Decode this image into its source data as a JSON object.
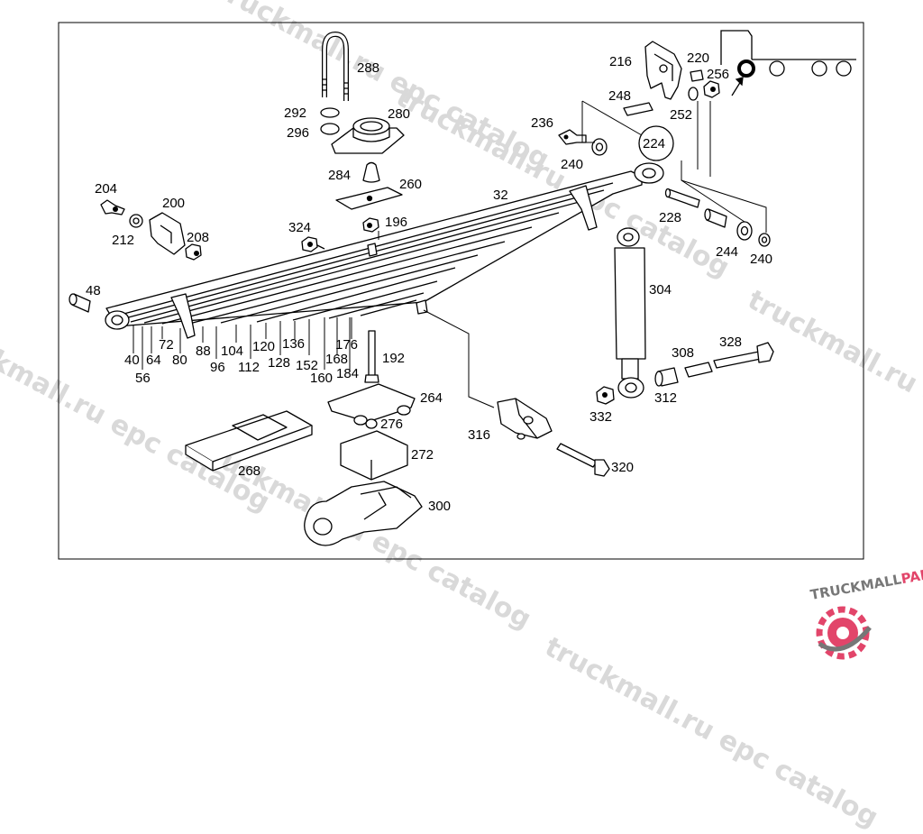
{
  "colors": {
    "line": "#000000",
    "part_fill": "#ffffff",
    "watermark": "#d9d9d9",
    "brand_pink": "#e2456a",
    "brand_grey": "#777777"
  },
  "watermarks": [
    "truckmall.ru epc catalog",
    "truckmall.ru epc catalog",
    "truckmall.ru epc catalog",
    "truckmall.ru epc catalog",
    "truckmall.ru epc catalog",
    "truckmall.ru epc catalog"
  ],
  "logo": {
    "text_main": "TRUCKMALL",
    "text_accent": "PARTS",
    "icon": "gear-icon"
  },
  "indicator": {
    "icon": "truck-icon"
  },
  "callouts": {
    "c288": "288",
    "c292": "292",
    "c296": "296",
    "c280": "280",
    "c284": "284",
    "c260": "260",
    "c196": "196",
    "c324": "324",
    "c32": "32",
    "c204": "204",
    "c200": "200",
    "c212": "212",
    "c208": "208",
    "c48": "48",
    "c216": "216",
    "c220": "220",
    "c256": "256",
    "c248": "248",
    "c252": "252",
    "c236": "236",
    "c224": "224",
    "c240a": "240",
    "c228": "228",
    "c244": "244",
    "c240b": "240",
    "c304": "304",
    "c40": "40",
    "c56": "56",
    "c64": "64",
    "c72": "72",
    "c80": "80",
    "c88": "88",
    "c96": "96",
    "c104": "104",
    "c112": "112",
    "c120": "120",
    "c128": "128",
    "c136": "136",
    "c152": "152",
    "c160": "160",
    "c168": "168",
    "c176": "176",
    "c184": "184",
    "c192": "192",
    "c264": "264",
    "c276": "276",
    "c268": "268",
    "c272": "272",
    "c316": "316",
    "c320": "320",
    "c300": "300",
    "c308": "308",
    "c328": "328",
    "c312": "312",
    "c332": "332"
  }
}
